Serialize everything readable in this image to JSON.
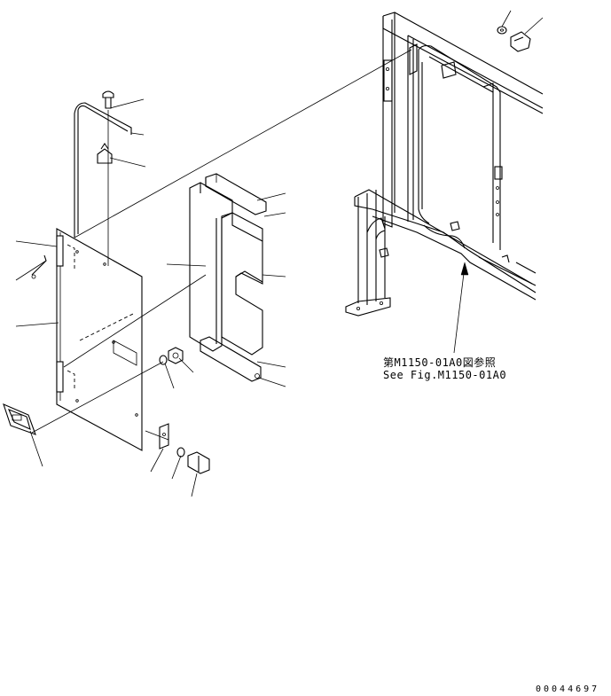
{
  "reference": {
    "line_jp": "第M1150-01A0図参照",
    "line_en": "See Fig.M1150-01A0"
  },
  "drawing_code": "00044697"
}
